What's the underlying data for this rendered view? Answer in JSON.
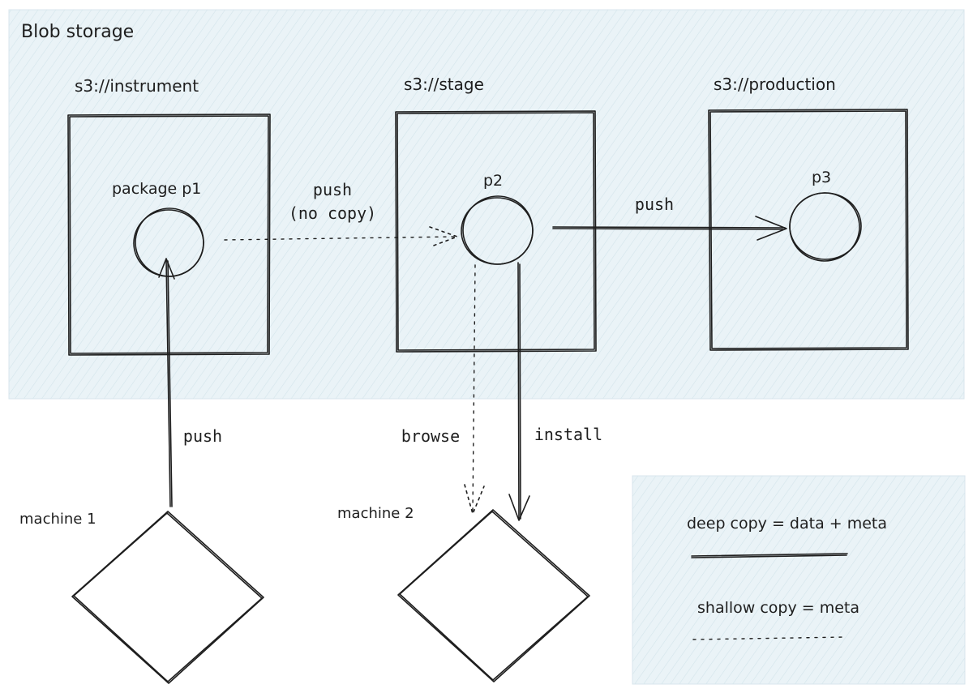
{
  "container": {
    "label": "Blob storage",
    "fill": "#e8f2f6",
    "hatch": "#cfe2ea"
  },
  "buckets": [
    {
      "label": "s3://instrument",
      "package": "package p1"
    },
    {
      "label": "s3://stage",
      "package": "p2"
    },
    {
      "label": "s3://production",
      "package": "p3"
    }
  ],
  "edges": {
    "instrument_to_stage": {
      "line1": "push",
      "line2": "(no copy)"
    },
    "stage_to_production": {
      "label": "push"
    },
    "machine1_push": {
      "label": "push"
    },
    "browse": {
      "label": "browse"
    },
    "install": {
      "label": "install"
    }
  },
  "machines": [
    {
      "label": "machine 1"
    },
    {
      "label": "machine 2"
    }
  ],
  "legend": {
    "deep": "deep copy = data + meta",
    "shallow": "shallow copy = meta"
  }
}
